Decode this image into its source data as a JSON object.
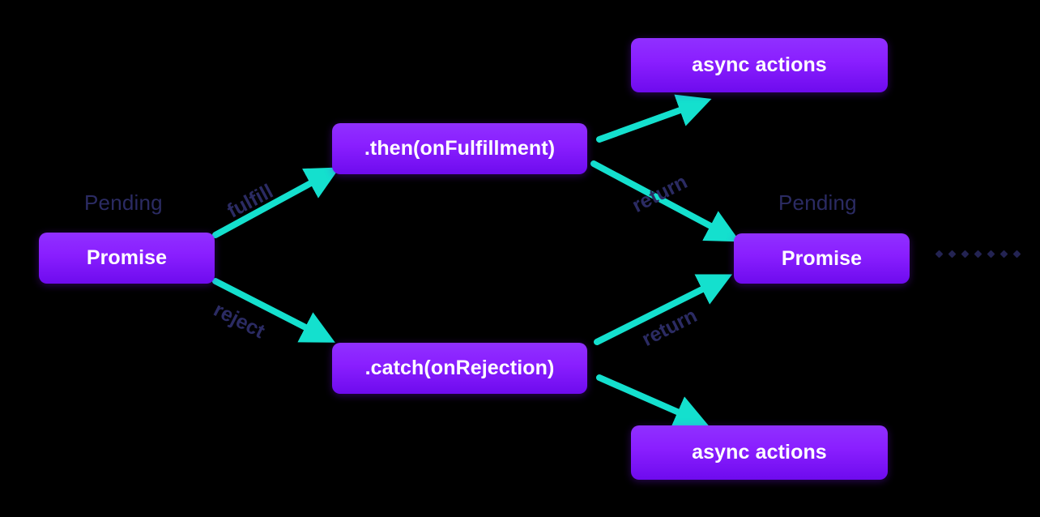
{
  "diagram": {
    "title": "JavaScript Promise resolution flow",
    "background_color": "#000000",
    "node_gradient_top": "#9030FF",
    "node_gradient_bottom": "#6E0BEE",
    "node_text_color": "#FFFFFF",
    "arrow_color": "#14E0CE",
    "label_text_color": "#2B2B63"
  },
  "nodes": {
    "promise_left": "Promise",
    "then": ".then(onFulfillment)",
    "catch": ".catch(onRejection)",
    "async_top": "async actions",
    "async_bottom": "async actions",
    "promise_right": "Promise"
  },
  "captions": {
    "pending_left": "Pending",
    "pending_right": "Pending"
  },
  "edge_labels": {
    "fulfill": "fulfill",
    "reject": "reject",
    "return_top": "return",
    "return_bottom": "return"
  },
  "trailing_dots": {
    "count": 7,
    "color": "#232352"
  }
}
